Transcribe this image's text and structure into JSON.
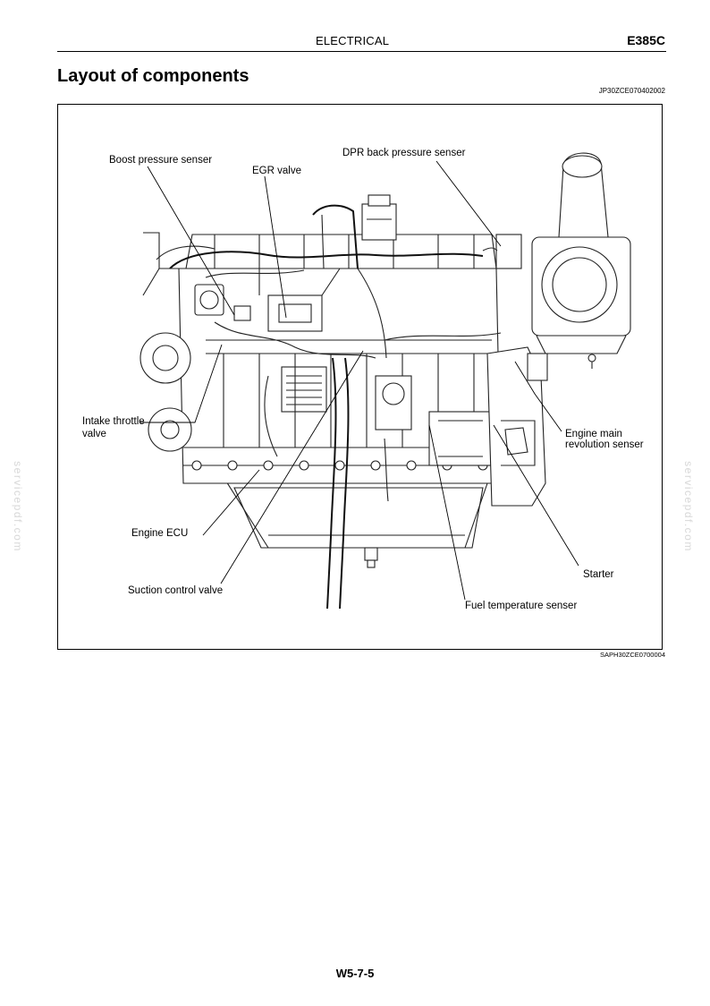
{
  "header": {
    "section": "ELECTRICAL",
    "model": "E385C"
  },
  "title": "Layout of components",
  "doc_code": "JP30ZCE070402002",
  "figure_code": "SAPH30ZCE0700004",
  "labels": {
    "boost": "Boost pressure senser",
    "egr": "EGR valve",
    "dpr": "DPR back pressure senser",
    "intake_1": "Intake throttle",
    "intake_2": "valve",
    "revo_1": "Engine main",
    "revo_2": "revolution senser",
    "ecu": "Engine ECU",
    "starter": "Starter",
    "suction": "Suction control valve",
    "fuel": "Fuel temperature senser"
  },
  "watermark": "servicepdf.com",
  "page_number": "W5-7-5"
}
